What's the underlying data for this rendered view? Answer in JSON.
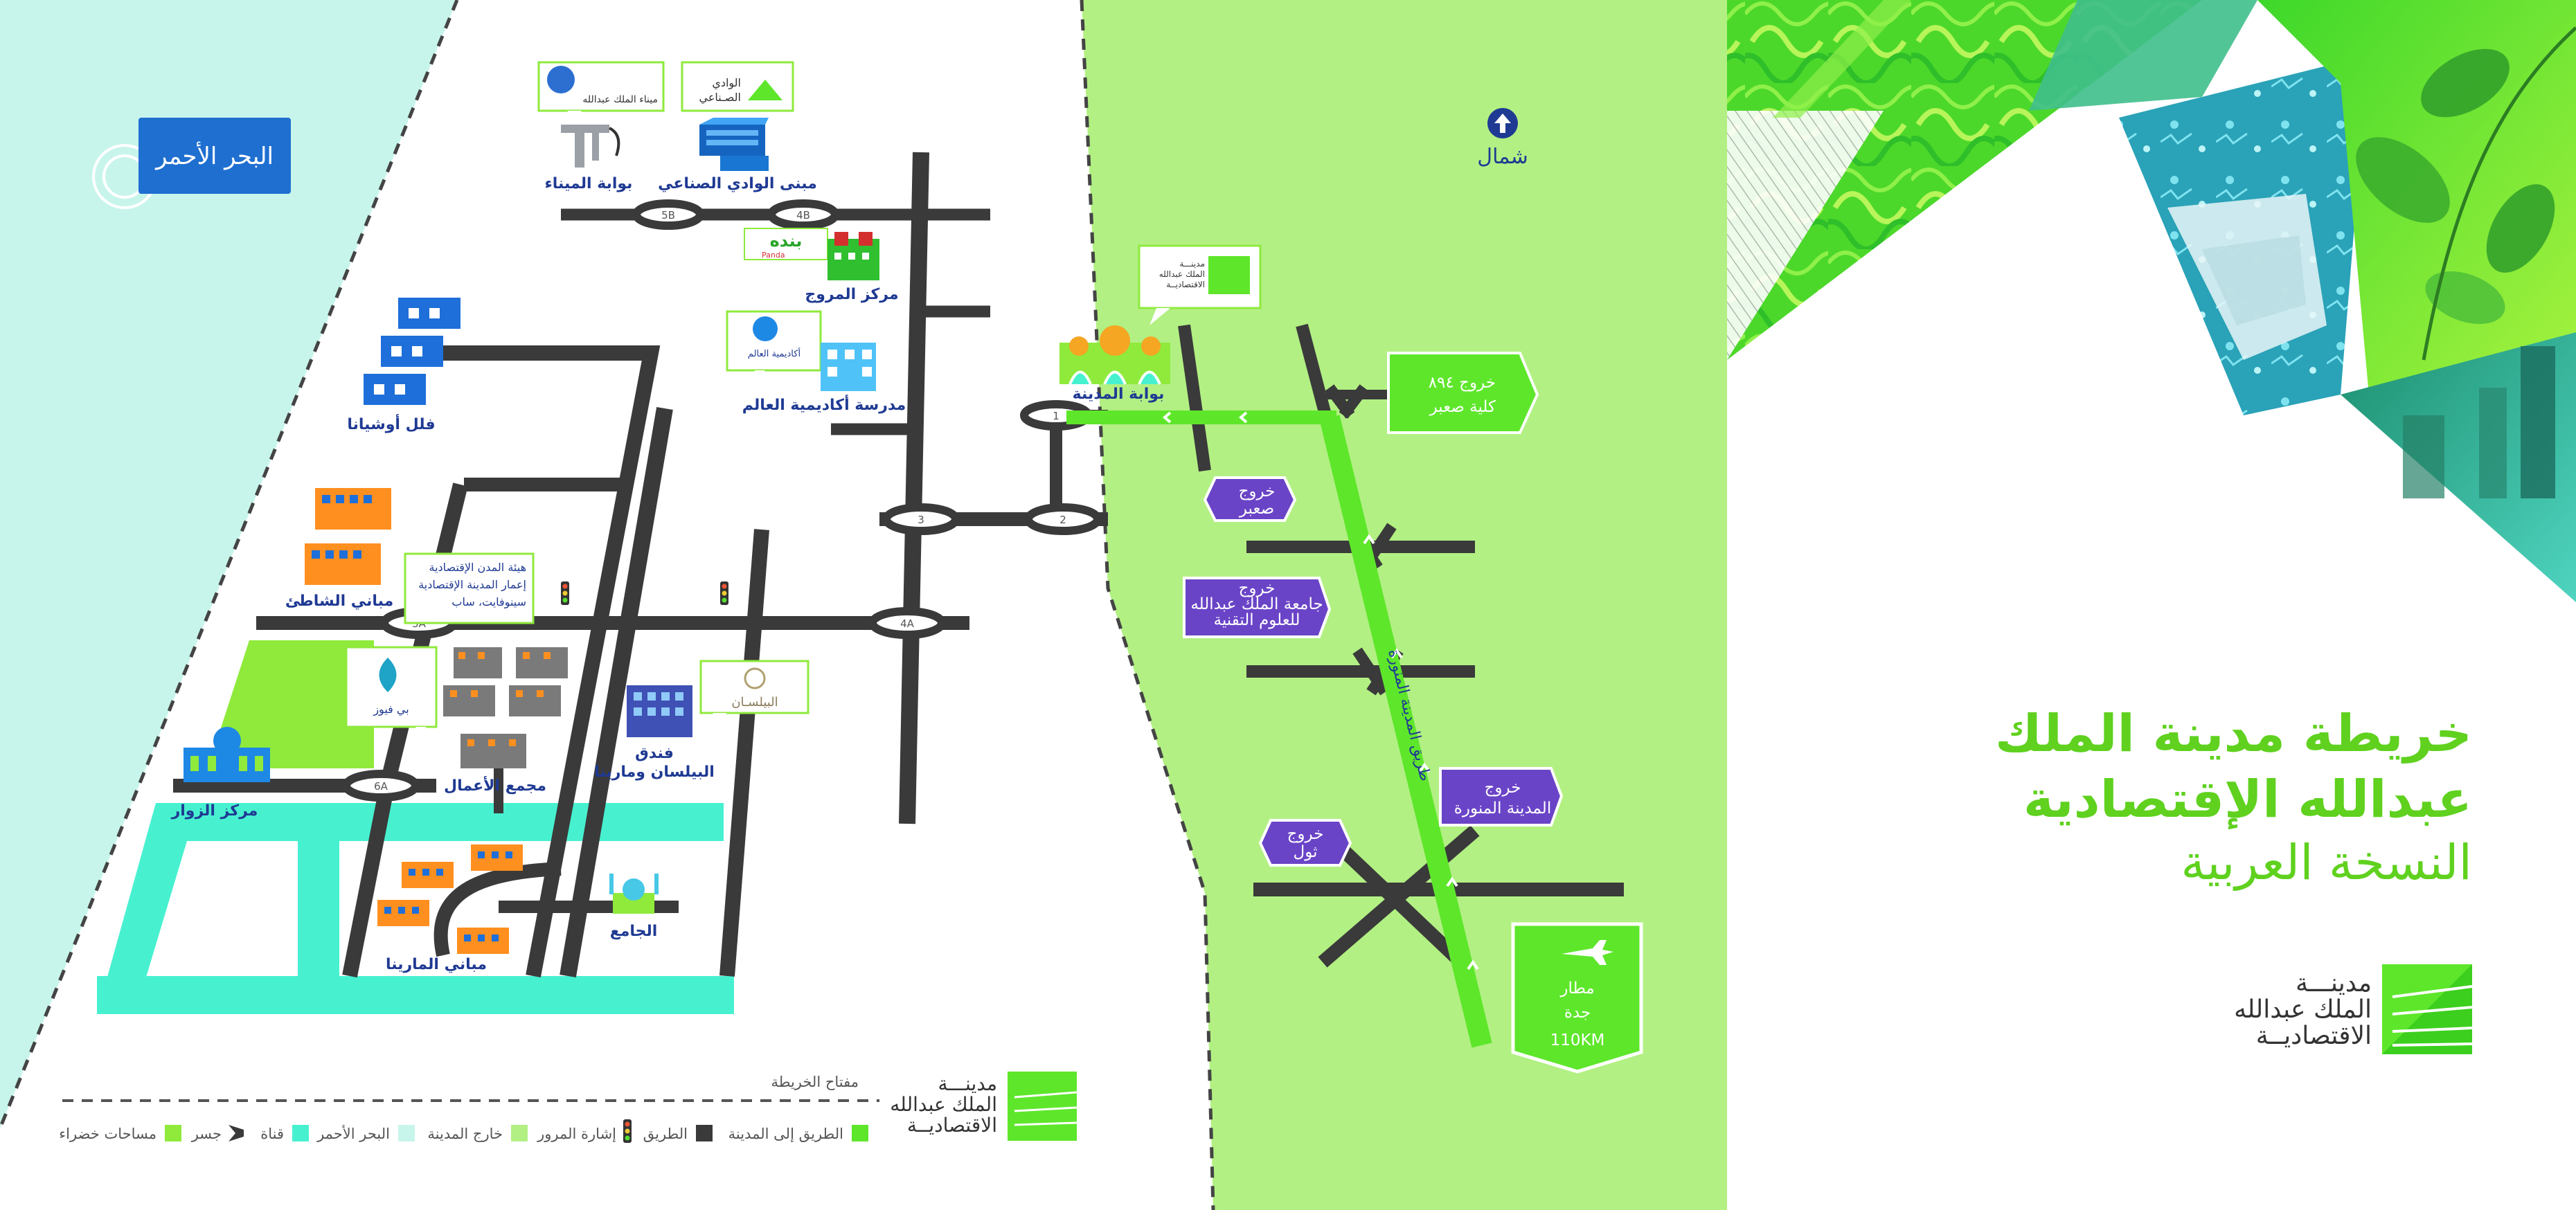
{
  "colors": {
    "outside_city": "#b2f083",
    "red_sea": "#c8f5eb",
    "canal": "#47f1d0",
    "green_space": "#8fea3c",
    "road": "#3a3a3a",
    "road_to_city": "#5ee62b",
    "exit_purple": "#6a44c7",
    "title_green": "#5fd11e",
    "label_blue": "#1f3a93"
  },
  "sea_label": "البحر الأحمر",
  "north_label": "شمال",
  "title": {
    "line1": "خريطة مدينة الملك",
    "line2": "عبدالله الإقتصادية",
    "line3": "النسخة العربية"
  },
  "logo_text": {
    "line1": "مدينـــة",
    "line2": "الملك عبدالله",
    "line3": "الاقتصاديــة"
  },
  "places": {
    "port_gate": "بوابة الميناء",
    "port_logo": "ميناء الملك عبدالله",
    "industrial_valley": "مبنى الوادي الصناعي",
    "valley_logo_1": "الوادي",
    "valley_logo_2": "الصـناعي",
    "murooj": "مركز المروج",
    "panda": "بنده",
    "panda_en": "Panda",
    "world_academy": "مدرسة أكاديمية العالم",
    "academy_logo": "أكاديمية العالم",
    "city_gate": "بوابة المدينة",
    "oceana": "فلل أوشيانا",
    "shati": "مباني الشاطئ",
    "authority_1": "هيئة المدن الإقتصادية",
    "authority_2": "إعمار المدينة الإقتصادية",
    "authority_3": "سينوفايت، ساب",
    "business": "مجمع الأعمال",
    "bay_views": "بي فيوز",
    "bilsan_hotel_1": "فندق",
    "bilsan_hotel_2": "البيلسان ومارينا",
    "bilsan_logo": "البيلسـان",
    "visitors": "مركز الزوار",
    "marina": "مباني المارينا",
    "mosque": "الجامع"
  },
  "road_tags": [
    "5B",
    "4B",
    "5A",
    "4A",
    "6A",
    "1",
    "2",
    "3"
  ],
  "highway_label": "طريق المدينة المنورة",
  "exits": {
    "kulliyat": [
      "خروج ٨٩٤",
      "كلية صعبر"
    ],
    "sabr": [
      "خروج",
      "صعبر"
    ],
    "kaust": [
      "خروج",
      "جامعة الملك عبدالله",
      "للعلوم التقنية"
    ],
    "madinah": [
      "خروج",
      "المدينة المنورة"
    ],
    "thuwal": [
      "خروج",
      "ثول"
    ]
  },
  "airport": {
    "line1": "مطار",
    "line2": "جدة",
    "distance": "110KM"
  },
  "legend": {
    "title": "مفتاح الخريطة",
    "items": [
      {
        "label": "الطريق إلى المدينة",
        "color": "#5ee62b"
      },
      {
        "label": "الطريق",
        "color": "#3a3a3a"
      },
      {
        "label": "إشارة المرور",
        "color": "#3a3a3a"
      },
      {
        "label": "خارج المدينة",
        "color": "#b2f083"
      },
      {
        "label": "البحر الأحمر",
        "color": "#c8f5eb"
      },
      {
        "label": "قناة",
        "color": "#47f1d0"
      },
      {
        "label": "جسر",
        "color": "#3a3a3a"
      },
      {
        "label": "مساحات خضراء",
        "color": "#8fea3c"
      }
    ]
  }
}
